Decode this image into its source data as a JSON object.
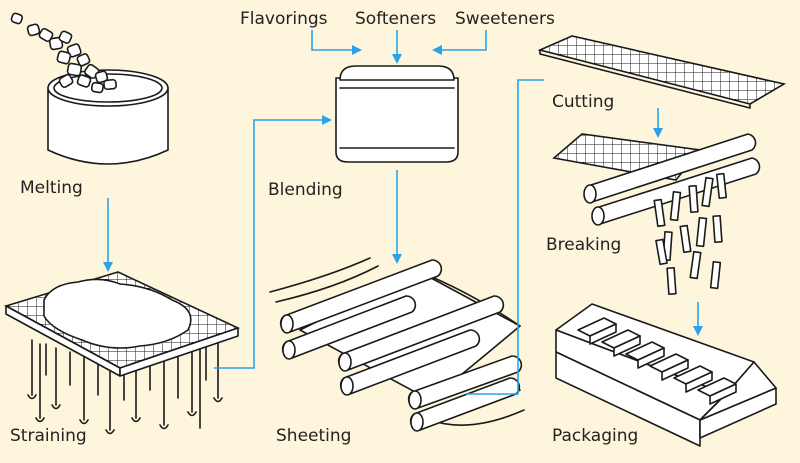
{
  "steps": {
    "melting": "Melting",
    "straining": "Straining",
    "blending": "Blending",
    "sheeting": "Sheeting",
    "cutting": "Cutting",
    "breaking": "Breaking",
    "packaging": "Packaging"
  },
  "inputs": {
    "flavorings": "Flavorings",
    "softeners": "Softeners",
    "sweeteners": "Sweeteners"
  },
  "colors": {
    "background": "#fdf6dc",
    "arrow": "#2aa3e8",
    "ink": "#1a1a1a"
  }
}
